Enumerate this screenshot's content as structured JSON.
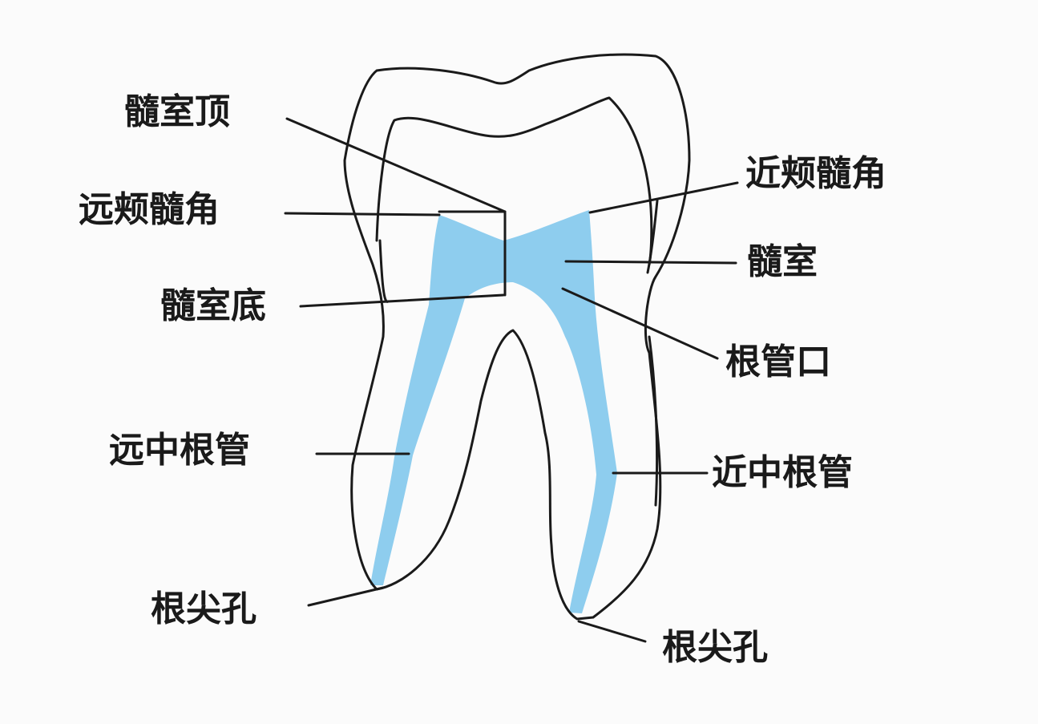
{
  "colors": {
    "background": "#fbfbfb",
    "outline": "#1a1a1a",
    "pulp": "#8ecdee"
  },
  "labels": {
    "pulp_chamber_roof": "髓室顶",
    "distobuccal_pulp_horn": "远颊髓角",
    "pulp_chamber_floor": "髓室底",
    "distal_canal": "远中根管",
    "apical_foramen_distal": "根尖孔",
    "mesiobuccal_pulp_horn": "近颊髓角",
    "pulp_chamber": "髓室",
    "canal_orifice": "根管口",
    "mesial_canal": "近中根管",
    "apical_foramen_mesial": "根尖孔"
  }
}
